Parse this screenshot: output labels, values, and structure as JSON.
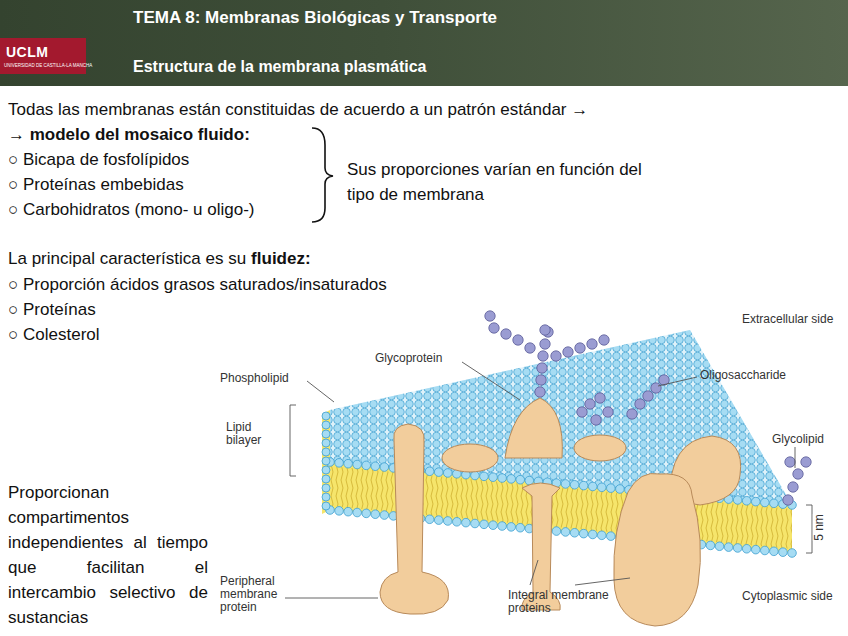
{
  "diagram": {
    "title": "TEMA 8: Membranas Biológicas y Transporte",
    "labels": [
      "UCLM",
      "UNIVERSIDAD DE CASTILLA-LA MANCHA",
      "Estructura de la membrana plasmática",
      "Todas las membranas están constituidas de acuerdo a un patrón estándar →",
      "→ modelo del mosaico fluido:",
      "○ Bicapa de fosfolípidos",
      "○ Proteínas embebidas",
      "○ Carbohidratos (mono- u oligo-)",
      "Sus proporciones varían en función del tipo de membrana",
      "La principal característica es su",
      "fluidez:",
      "○ Proporción ácidos grasos saturados/insaturados",
      "○ Proteínas",
      "○ Colesterol",
      "Proporcionan compartimentos independientes al tiempo que facilitan el intercambio selectivo de sustancias",
      "Extracellular side",
      "Glycoprotein",
      "Oligosaccharide",
      "Phospholipid",
      "Lipid bilayer",
      "Glycolipid",
      "5 nm",
      "Peripheral membrane protein",
      "Integral membrane proteins",
      "Cytoplasmic side"
    ]
  }
}
